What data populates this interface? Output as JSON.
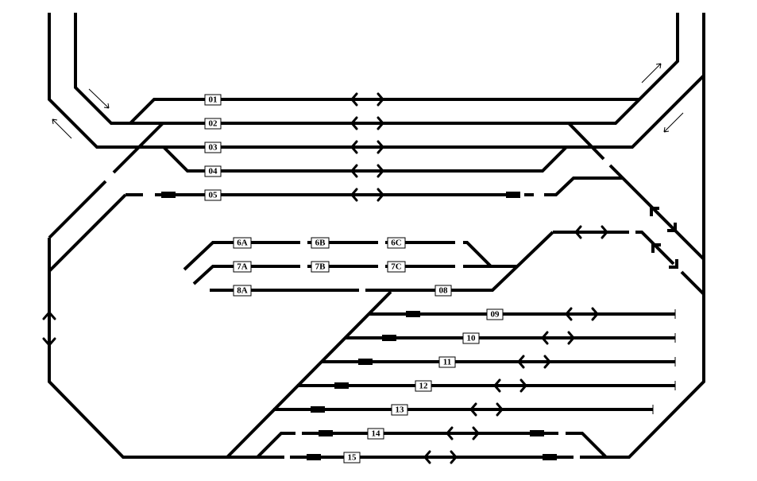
{
  "diagram": {
    "colors": {
      "track": "#000000",
      "background": "#ffffff",
      "label_box": "#ffffff"
    },
    "track_labels": {
      "t01": "01",
      "t02": "02",
      "t03": "03",
      "t04": "04",
      "t05": "05",
      "t6a": "6A",
      "t6b": "6B",
      "t6c": "6C",
      "t7a": "7A",
      "t7b": "7B",
      "t7c": "7C",
      "t8a": "8A",
      "t08": "08",
      "t09": "09",
      "t10": "10",
      "t11": "11",
      "t12": "12",
      "t13": "13",
      "t14": "14",
      "t15": "15"
    },
    "icons": {
      "bidirectional": "double-chevron-arrow-icon",
      "signal_block": "signal-block-icon",
      "direction": "direction-arrow-icon"
    }
  }
}
